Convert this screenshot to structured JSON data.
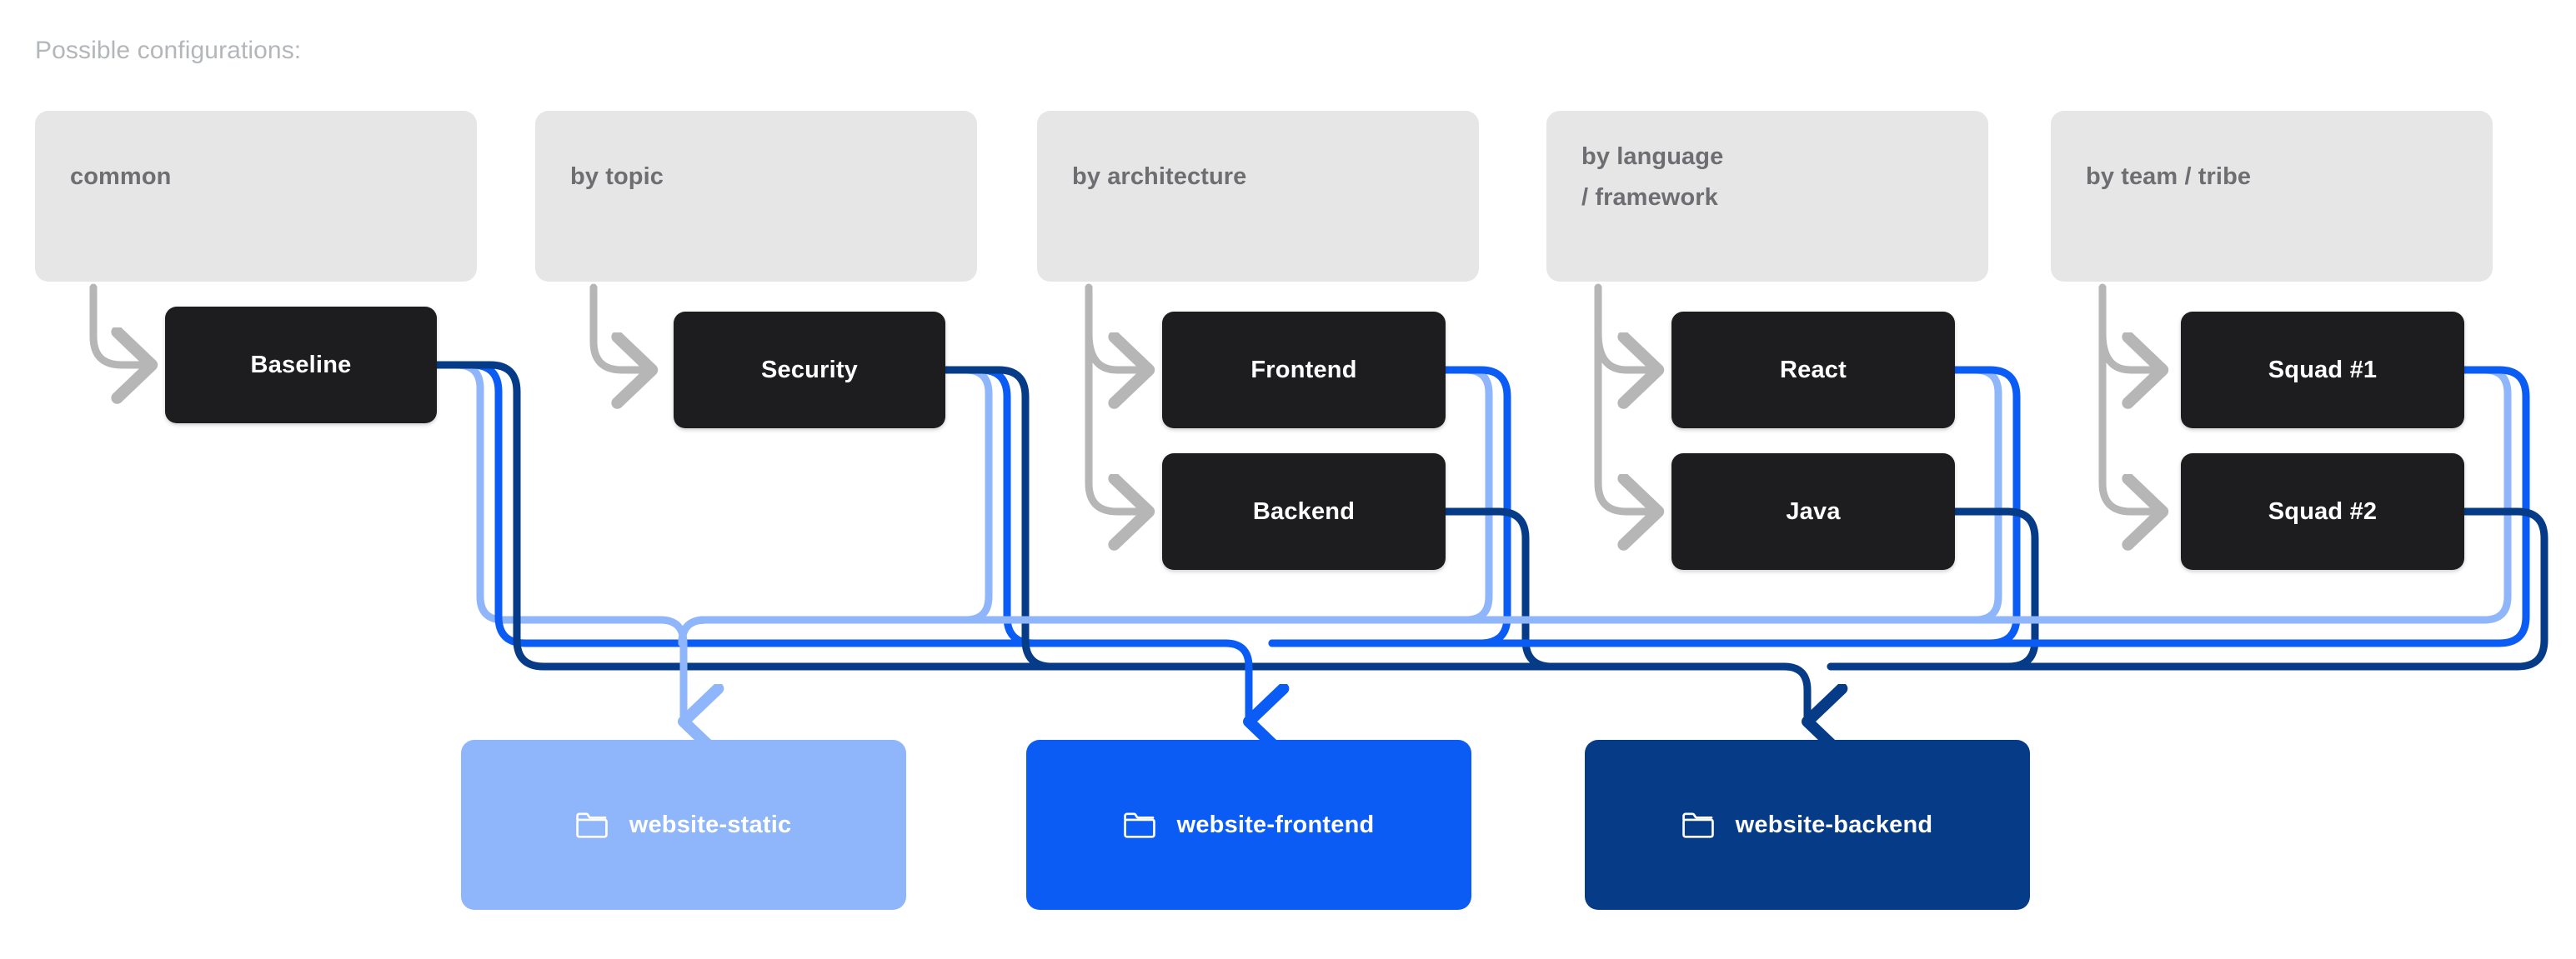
{
  "caption": "Possible configurations:",
  "palette": {
    "background": "#ffffff",
    "group_card_bg": "#e6e6e6",
    "group_label_color": "#6e6e72",
    "caption_color": "#b4b7ba",
    "node_bg": "#1d1d1f",
    "node_label_color": "#ffffff",
    "gray_arrow": "#b6b6b6",
    "static_blue": "#8fb6fa",
    "frontend_blue": "#0b5cf5",
    "backend_blue": "#063b87"
  },
  "groups": [
    {
      "id": "common",
      "label": "common"
    },
    {
      "id": "by-topic",
      "label": "by topic"
    },
    {
      "id": "by-architecture",
      "label": "by architecture"
    },
    {
      "id": "by-language",
      "label": "by language\n/ framework"
    },
    {
      "id": "by-team-tribe",
      "label": "by team / tribe"
    }
  ],
  "nodes": [
    {
      "id": "baseline",
      "label": "Baseline",
      "group": "common"
    },
    {
      "id": "security",
      "label": "Security",
      "group": "by-topic"
    },
    {
      "id": "frontend",
      "label": "Frontend",
      "group": "by-architecture"
    },
    {
      "id": "backend",
      "label": "Backend",
      "group": "by-architecture"
    },
    {
      "id": "react",
      "label": "React",
      "group": "by-language"
    },
    {
      "id": "java",
      "label": "Java",
      "group": "by-language"
    },
    {
      "id": "squad-1",
      "label": "Squad #1",
      "group": "by-team-tribe"
    },
    {
      "id": "squad-2",
      "label": "Squad #2",
      "group": "by-team-tribe"
    }
  ],
  "repositories": [
    {
      "id": "website-static",
      "label": "website-static",
      "icon": "folder-icon",
      "color": "#8fb6fa"
    },
    {
      "id": "website-frontend",
      "label": "website-frontend",
      "icon": "folder-icon",
      "color": "#0b5cf5"
    },
    {
      "id": "website-backend",
      "label": "website-backend",
      "icon": "folder-icon",
      "color": "#063b87"
    }
  ],
  "connections": [
    {
      "from": "baseline",
      "to": "website-static"
    },
    {
      "from": "baseline",
      "to": "website-frontend"
    },
    {
      "from": "baseline",
      "to": "website-backend"
    },
    {
      "from": "security",
      "to": "website-static"
    },
    {
      "from": "security",
      "to": "website-frontend"
    },
    {
      "from": "security",
      "to": "website-backend"
    },
    {
      "from": "frontend",
      "to": "website-static"
    },
    {
      "from": "frontend",
      "to": "website-frontend"
    },
    {
      "from": "backend",
      "to": "website-backend"
    },
    {
      "from": "react",
      "to": "website-static"
    },
    {
      "from": "react",
      "to": "website-frontend"
    },
    {
      "from": "java",
      "to": "website-backend"
    },
    {
      "from": "squad-1",
      "to": "website-static"
    },
    {
      "from": "squad-1",
      "to": "website-frontend"
    },
    {
      "from": "squad-2",
      "to": "website-backend"
    }
  ]
}
